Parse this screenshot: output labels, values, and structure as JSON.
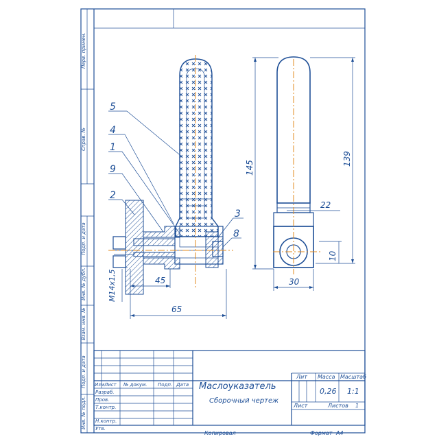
{
  "drawing": {
    "title": "Маслоуказатель",
    "subtitle": "Сборочный чертеж",
    "mass_header": "Масса",
    "scale_header": "Масштаб",
    "lit_header": "Лит",
    "mass_value": "0,26",
    "scale_value": "1:1",
    "sheet_label": "Лист",
    "sheets_label": "Листов",
    "sheets_value": "1",
    "copied_label": "Копировал",
    "format_label": "Формат",
    "format_value": "А4"
  },
  "stamp_rows": {
    "header": [
      "Изм",
      "Лист",
      "№ докум.",
      "Подп.",
      "Дата"
    ],
    "roles": [
      "Разраб.",
      "Пров.",
      "Т.контр.",
      "",
      "Н.контр.",
      "Утв."
    ]
  },
  "side_strip": {
    "labels": [
      "Перв. примен.",
      "Справ. №",
      "Подп. и дата",
      "Инв. № дубл.",
      "Взам. инв. №",
      "Подп. и дата",
      "Инв. № подл."
    ]
  },
  "callouts": {
    "items": [
      "5",
      "4",
      "1",
      "9",
      "2",
      "3",
      "8"
    ]
  },
  "dimensions": {
    "thread": "M14х1,5",
    "d45": "45",
    "d65": "65",
    "d22": "22",
    "d10": "10",
    "d30": "30",
    "d139": "139",
    "d145": "145"
  }
}
